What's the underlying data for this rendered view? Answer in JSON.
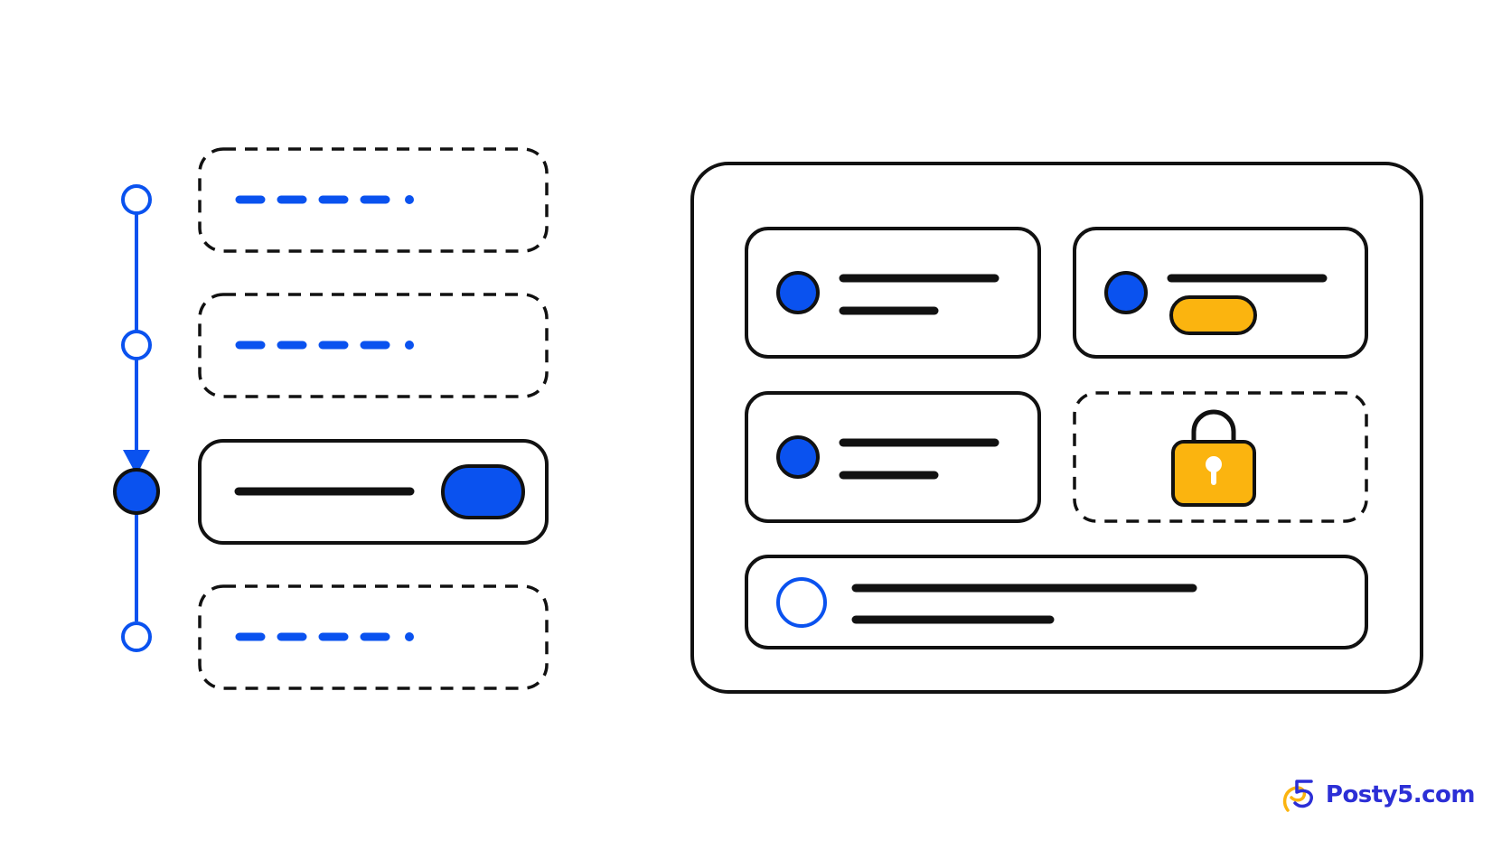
{
  "watermark": {
    "text": "Posty5.com"
  },
  "colors": {
    "accent_blue": "#0a52ef",
    "outline": "#111111",
    "lock_yellow": "#fbb40f",
    "background": "#ffffff",
    "watermark_blue": "#2c2fd6"
  },
  "flow": {
    "steps": [
      {
        "state": "pending"
      },
      {
        "state": "pending"
      },
      {
        "state": "active"
      },
      {
        "state": "pending"
      }
    ]
  },
  "panel": {
    "cards": [
      {
        "kind": "content",
        "icon": "blue-dot-icon"
      },
      {
        "kind": "content-with-pill",
        "icon": "blue-dot-icon"
      },
      {
        "kind": "content",
        "icon": "blue-dot-icon"
      },
      {
        "kind": "locked",
        "icon": "padlock-icon"
      },
      {
        "kind": "wide",
        "icon": "empty-circle-icon"
      }
    ]
  }
}
